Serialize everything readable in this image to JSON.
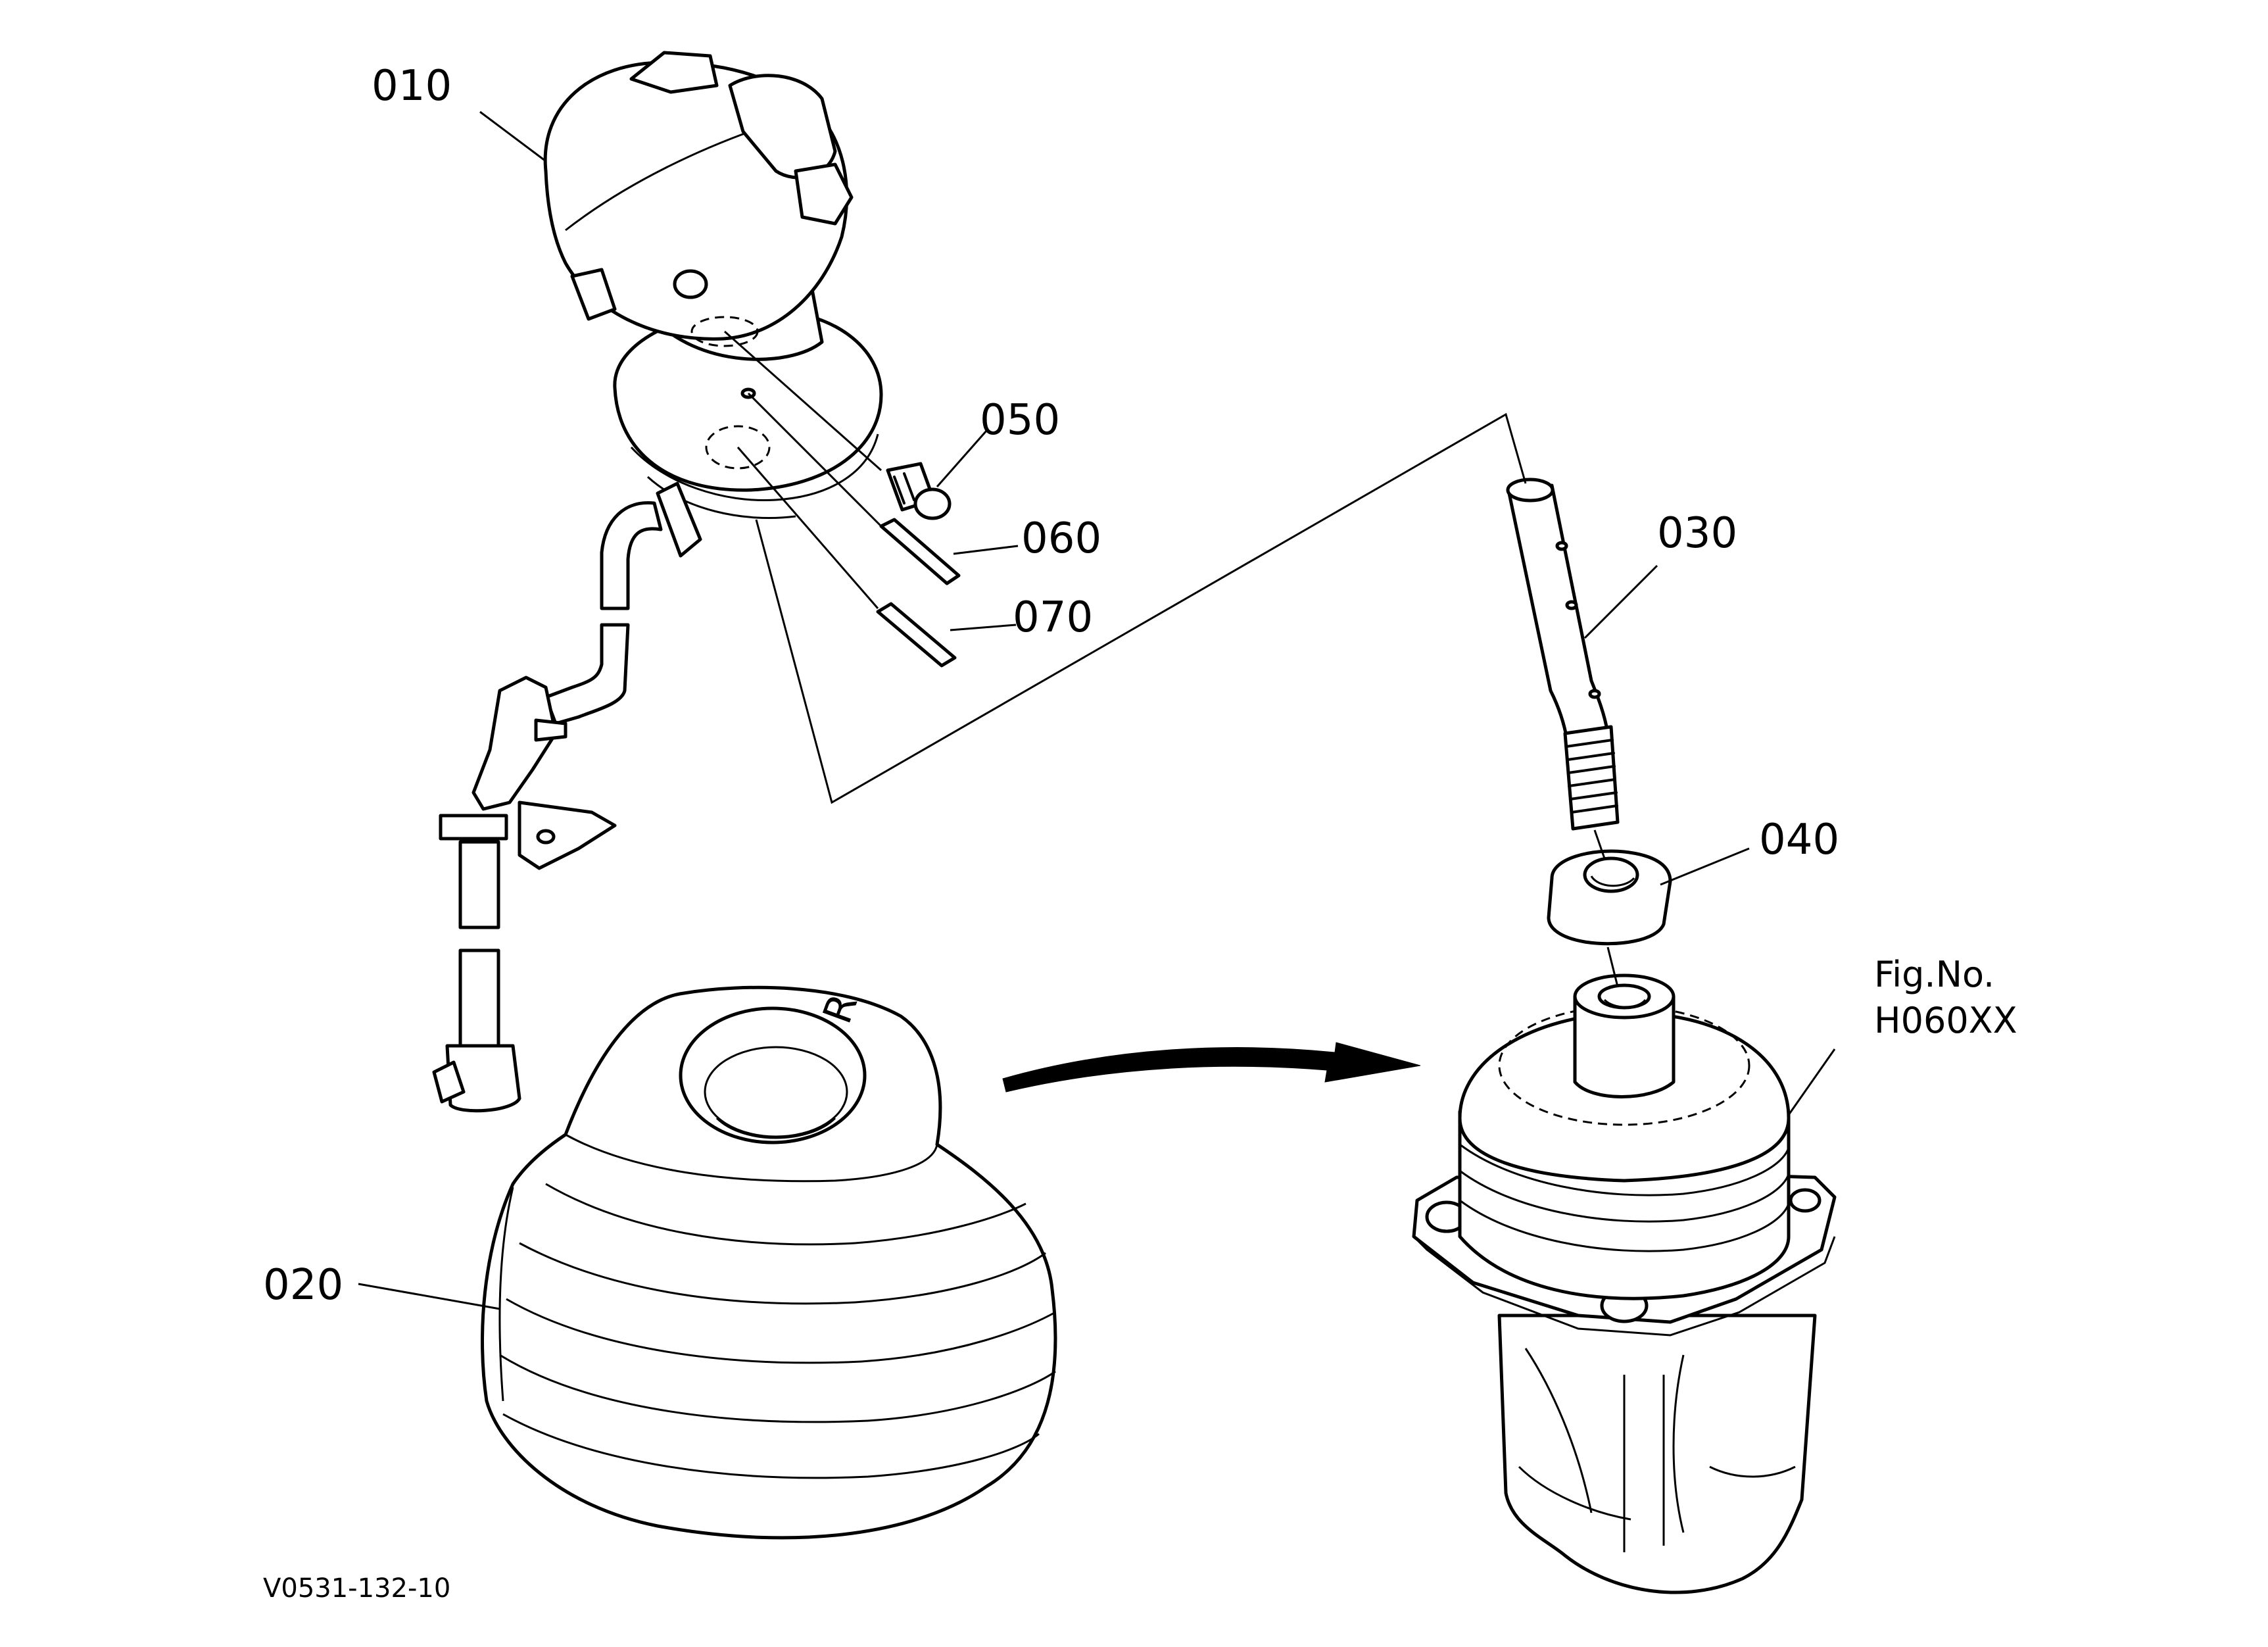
{
  "diagram": {
    "part_labels": {
      "p010": "010",
      "p020": "020",
      "p030": "030",
      "p040": "040",
      "p050": "050",
      "p060": "060",
      "p070": "070"
    },
    "boot_letter": "R",
    "figure_ref": {
      "line1": "Fig.No.",
      "line2": "H060XX"
    },
    "drawing_code": "V0531-132-10"
  }
}
